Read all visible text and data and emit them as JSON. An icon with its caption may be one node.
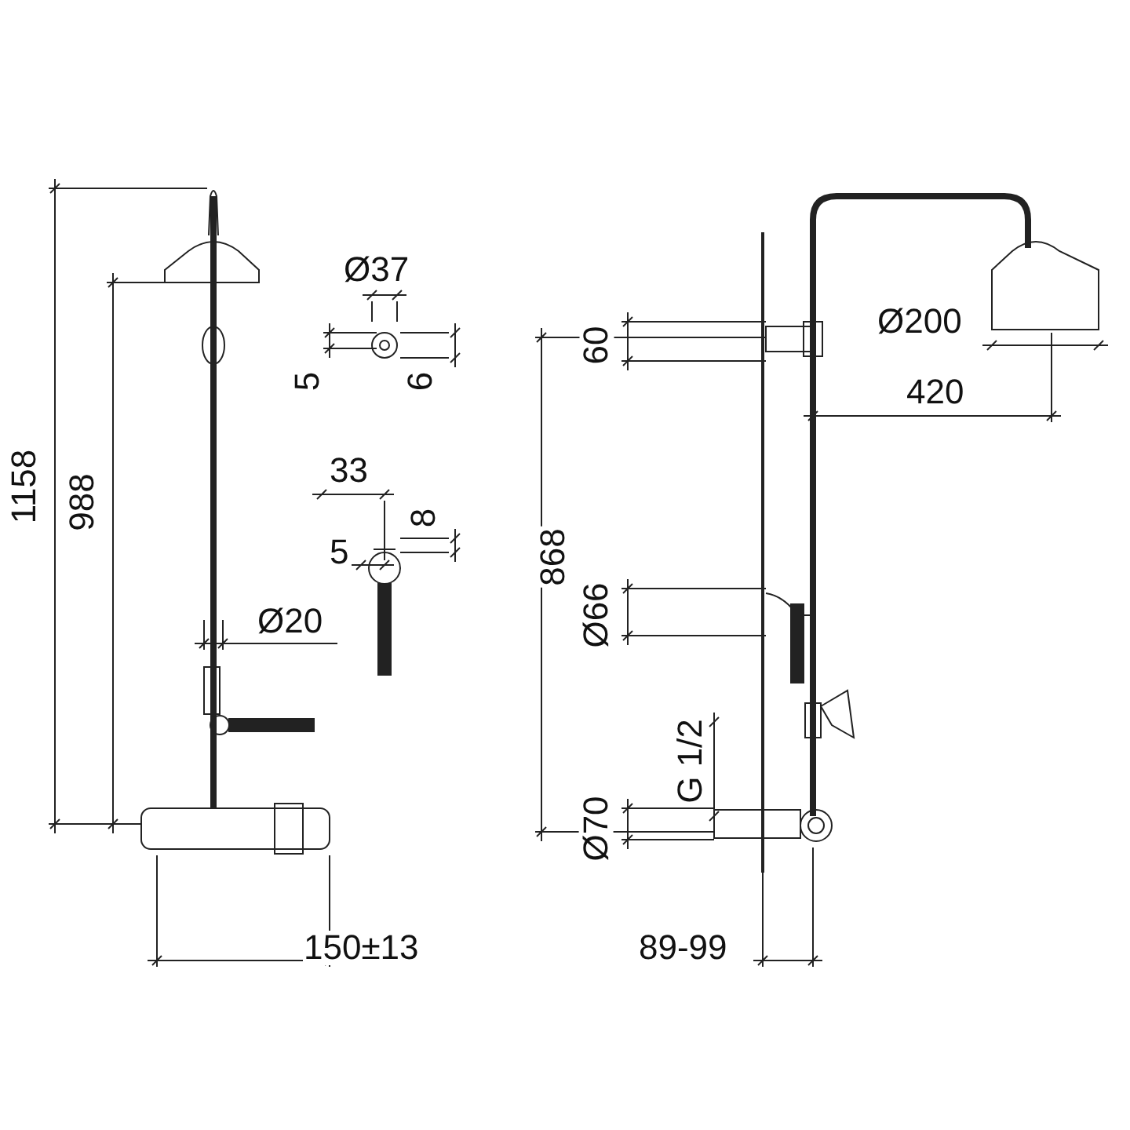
{
  "diagram": {
    "labels": [
      "Ø37",
      "5",
      "6",
      "33",
      "8",
      "5",
      "Ø20",
      "1158",
      "988",
      "150±13",
      "60",
      "Ø200",
      "420",
      "868",
      "Ø66",
      "G 1/2",
      "Ø70",
      "89-99"
    ]
  }
}
